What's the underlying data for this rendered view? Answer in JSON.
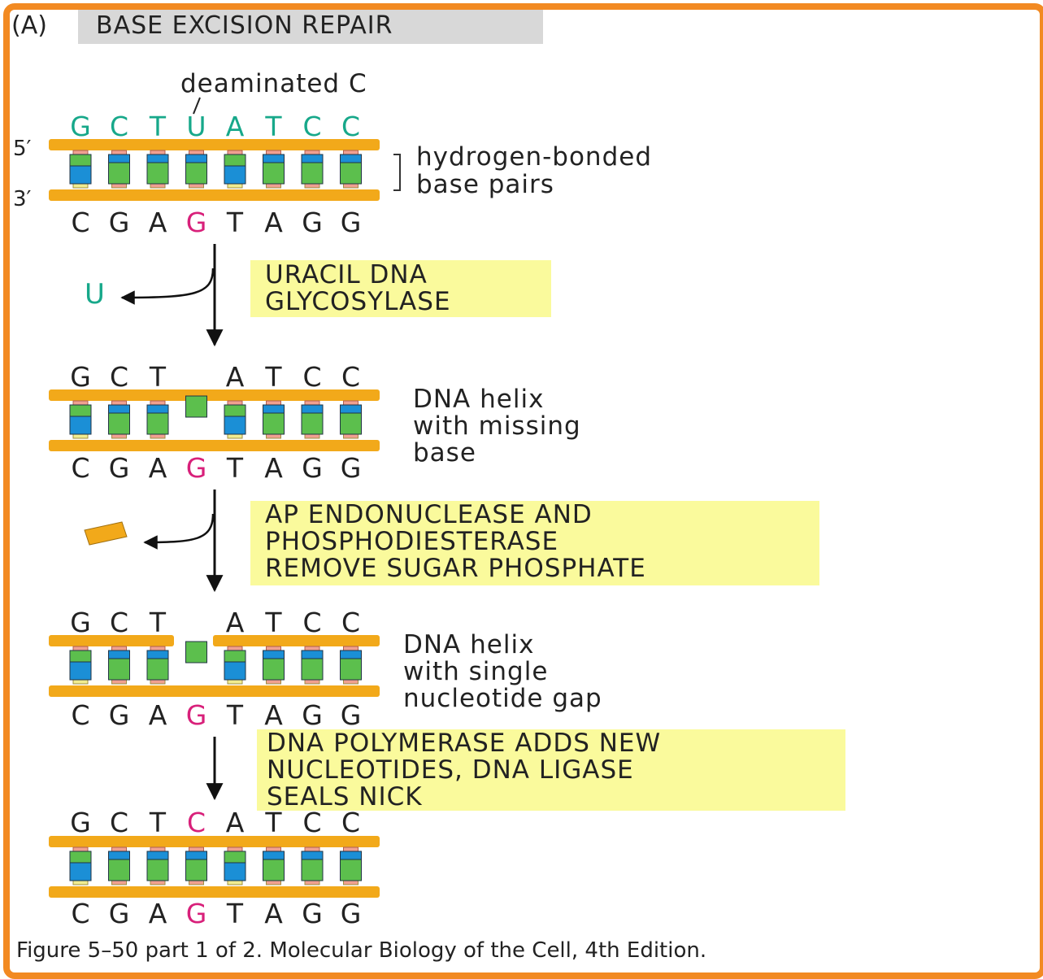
{
  "panel": {
    "tag": "(A)",
    "title": "BASE EXCISION REPAIR"
  },
  "colors": {
    "frame": "#f28a22",
    "backbone": "#f2a91a",
    "green": "#5cbf4d",
    "blue": "#1b8fd6",
    "pink": "#f0a090",
    "yellow": "#f0ec90",
    "teal": "#17a88a",
    "magenta": "#d8207a",
    "highlight": "#fafa9c"
  },
  "dna1": {
    "top_letters": [
      "G",
      "C",
      "T",
      "U",
      "A",
      "T",
      "C",
      "C"
    ],
    "bottom_letters": [
      "C",
      "G",
      "A",
      "G",
      "T",
      "A",
      "G",
      "G"
    ],
    "strand_5": "5′",
    "strand_3": "3′",
    "callout": "deaminated C",
    "bracket_label": [
      "hydrogen-bonded",
      "base pairs"
    ]
  },
  "step1": {
    "released": "U",
    "enzyme": [
      "URACIL DNA",
      "GLYCOSYLASE"
    ]
  },
  "dna2": {
    "top_letters": [
      "G",
      "C",
      "T",
      "",
      "A",
      "T",
      "C",
      "C"
    ],
    "bottom_letters": [
      "C",
      "G",
      "A",
      "G",
      "T",
      "A",
      "G",
      "G"
    ],
    "label": [
      "DNA helix",
      "with missing",
      "base"
    ]
  },
  "step2": {
    "enzyme": [
      "AP ENDONUCLEASE AND",
      "PHOSPHODIESTERASE",
      "REMOVE SUGAR PHOSPHATE"
    ]
  },
  "dna3": {
    "top_letters": [
      "G",
      "C",
      "T",
      "",
      "A",
      "T",
      "C",
      "C"
    ],
    "bottom_letters": [
      "C",
      "G",
      "A",
      "G",
      "T",
      "A",
      "G",
      "G"
    ],
    "label": [
      "DNA helix",
      "with single",
      "nucleotide gap"
    ]
  },
  "step3": {
    "enzyme": [
      "DNA POLYMERASE ADDS NEW",
      "NUCLEOTIDES, DNA LIGASE",
      "SEALS NICK"
    ]
  },
  "dna4": {
    "top_letters": [
      "G",
      "C",
      "T",
      "C",
      "A",
      "T",
      "C",
      "C"
    ],
    "bottom_letters": [
      "C",
      "G",
      "A",
      "G",
      "T",
      "A",
      "G",
      "G"
    ]
  },
  "caption": "Figure 5–50 part 1 of 2. Molecular Biology of the Cell, 4th Edition."
}
